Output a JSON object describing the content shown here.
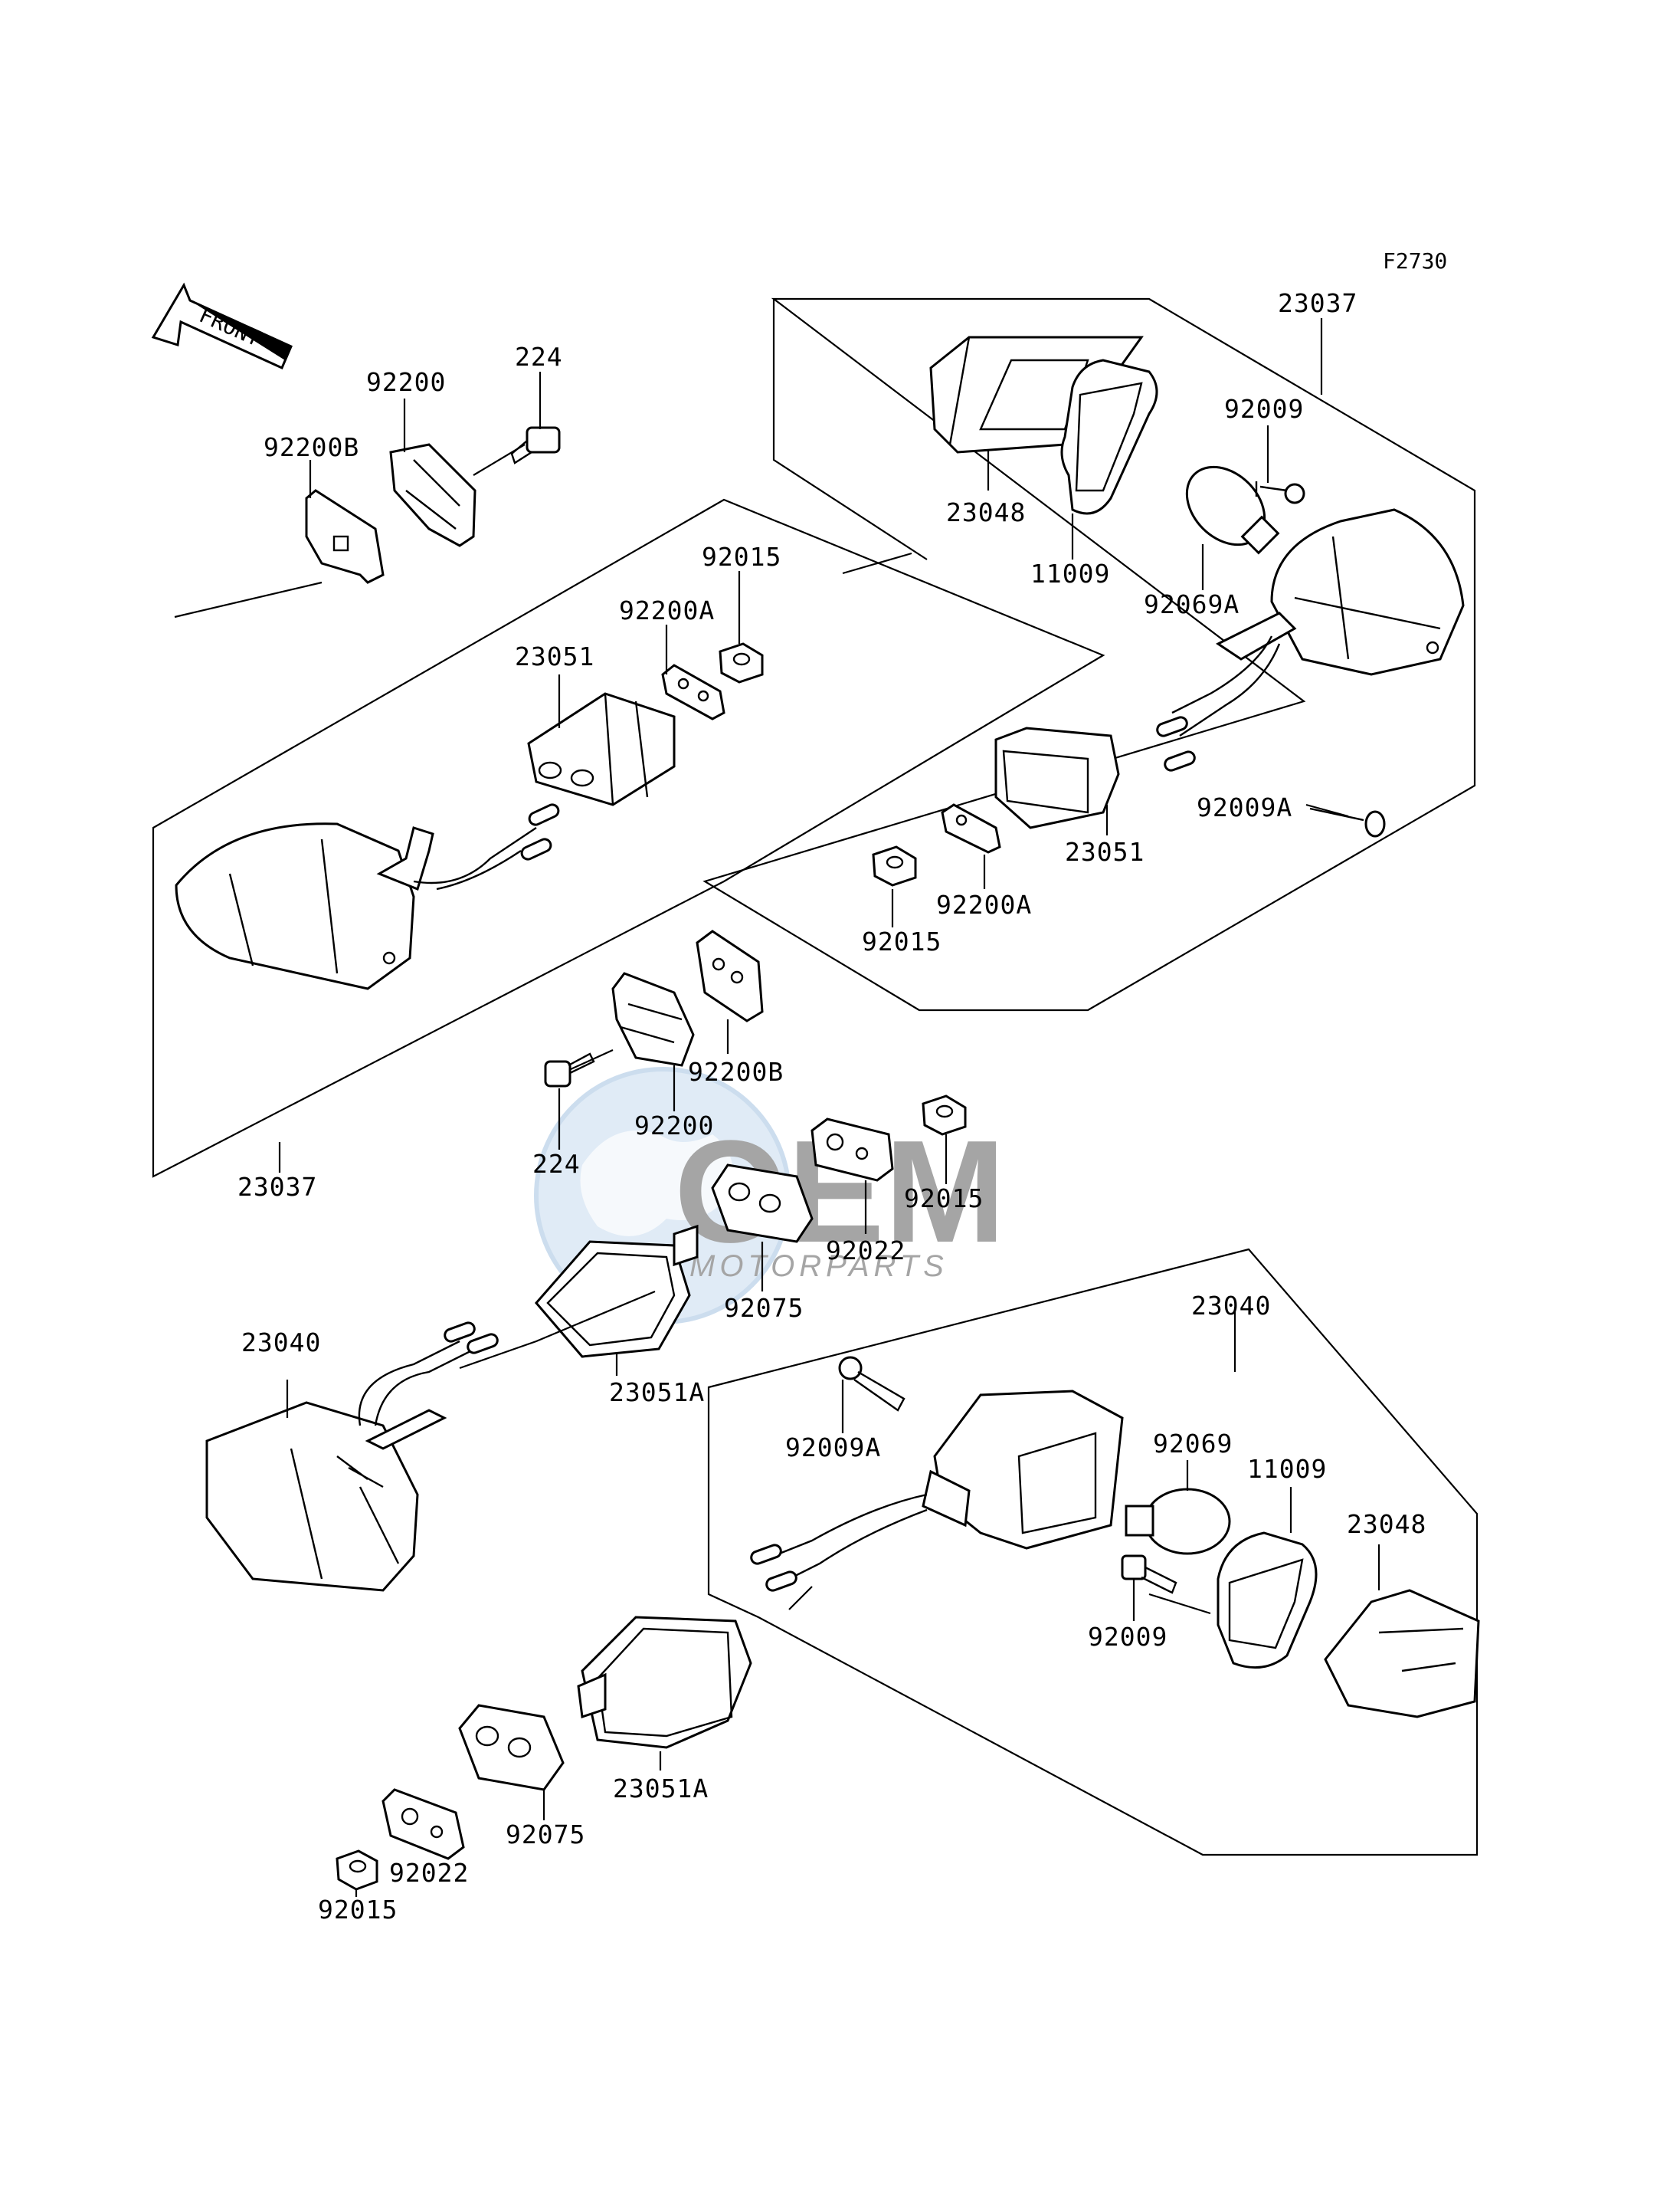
{
  "figure_code": "F2730",
  "front_arrow_text": "FRONT",
  "watermark": {
    "brand": "OEM",
    "sub": "MOTORPARTS"
  },
  "labels": {
    "l_224_top": "224",
    "l_92200_top": "92200",
    "l_92200b_top": "92200B",
    "l_92015_mid": "92015",
    "l_92200a_mid": "92200A",
    "l_23051_left": "23051",
    "l_23037_left": "23037",
    "l_23037_right": "23037",
    "l_92009_top": "92009",
    "l_23048_top": "23048",
    "l_11009_top": "11009",
    "l_92069a": "92069A",
    "l_92009a_top": "92009A",
    "l_23051_right": "23051",
    "l_92200a_right": "92200A",
    "l_92015_right": "92015",
    "l_92200b_mid": "92200B",
    "l_92200_mid": "92200",
    "l_224_mid": "224",
    "l_92015_mid2": "92015",
    "l_92022_mid": "92022",
    "l_92075_mid": "92075",
    "l_23051a_mid": "23051A",
    "l_23040_left": "23040",
    "l_23040_right": "23040",
    "l_92009a_bottom": "92009A",
    "l_92069": "92069",
    "l_11009_bottom": "11009",
    "l_23048_bottom": "23048",
    "l_92009_bottom": "92009",
    "l_23051a_bottom": "23051A",
    "l_92075_bottom": "92075",
    "l_92022_bottom": "92022",
    "l_92015_bottom": "92015"
  }
}
